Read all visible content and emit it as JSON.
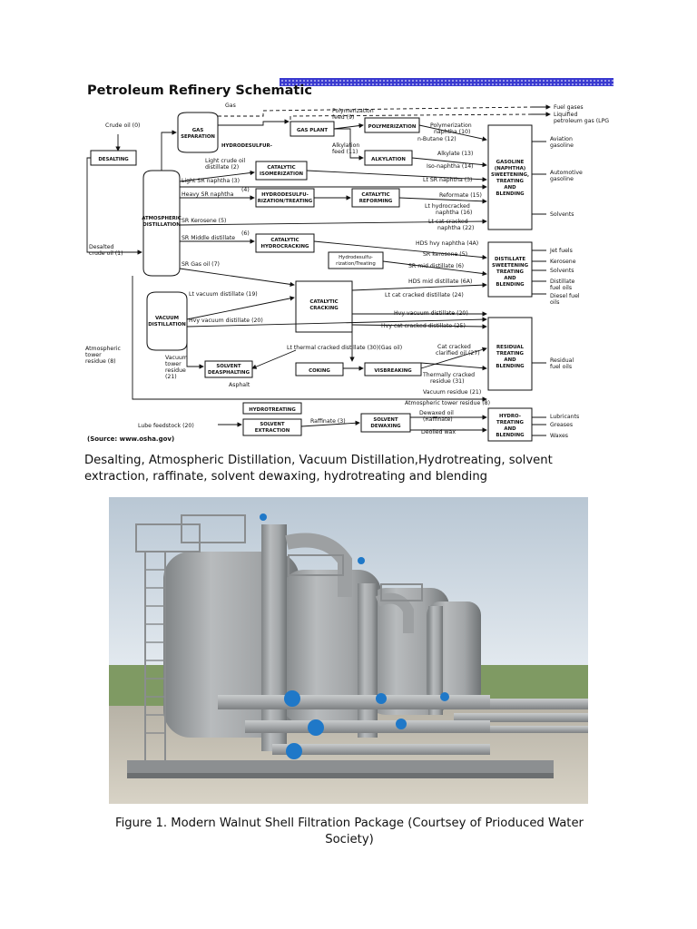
{
  "schematic": {
    "title": "Petroleum Refinery Schematic",
    "source": "(Source: www.osha.gov)",
    "units": {
      "desalting": "DESALTING",
      "atm_dist": [
        "ATMOSPHERIC",
        "DISTILLATION"
      ],
      "vac_dist": [
        "VACUUM",
        "DISTILLATION"
      ],
      "gas_sep": [
        "GAS",
        "SEPARATION"
      ],
      "gas_plant": "GAS PLANT",
      "polymerization": "POLYMERIZATION",
      "alkylation": "ALKYLATION",
      "cat_isom": [
        "CATALYTIC",
        "ISOMERIZATION"
      ],
      "hydrodesulf": [
        "HYDRODESULFU-",
        "RIZATION/TREATING"
      ],
      "cat_reforming": [
        "CATALYTIC",
        "REFORMING"
      ],
      "cat_hydrocracking": [
        "CATALYTIC",
        "HYDROCRACKING"
      ],
      "hydrodesulf2": [
        "Hydrodesulfu-",
        "rization/Treating"
      ],
      "cat_cracking": [
        "CATALYTIC",
        "CRACKING"
      ],
      "solvent_deasphalting": [
        "SOLVENT",
        "DEASPHALTING"
      ],
      "coking": "COKING",
      "visbreaking": "VISBREAKING",
      "hydrotreating": "HYDROTREATING",
      "solvent_extraction": [
        "SOLVENT",
        "EXTRACTION"
      ],
      "solvent_dewaxing": [
        "SOLVENT",
        "DEWAXING"
      ],
      "gasoline_blend": [
        "GASOLINE",
        "(NAPHTHA)",
        "SWEETENING,",
        "TREATING",
        "AND",
        "BLENDING"
      ],
      "distillate_blend": [
        "DISTILLATE",
        "SWEETENING",
        "TREATING",
        "AND",
        "BLENDING"
      ],
      "residual_blend": [
        "RESIDUAL",
        "TREATING",
        "AND",
        "BLENDING"
      ],
      "hydro_blend": [
        "HYDRO-",
        "TREATING",
        "AND",
        "BLENDING"
      ]
    },
    "streams": {
      "crude_oil": "Crude oil (0)",
      "gas": "Gas",
      "hydrodesulfur": "HYDRODESULFUR-",
      "desalted_crude": [
        "Desalted",
        "crude oil (1)"
      ],
      "light_crude_distillate": [
        "Light crude oil",
        "distillate (2)"
      ],
      "light_sr_naphtha": "Light SR naphtha (3)",
      "heavy_sr_naphtha": "Heavy SR naphtha",
      "heavy_sr_naphtha_num": "(4)",
      "sr_kerosene": "SR Kerosene (5)",
      "sr_middle_distillate": "SR Middle distillate",
      "sr_middle_distillate_num": "(6)",
      "sr_gas_oil": "SR Gas oil (7)",
      "lt_vacuum_distillate": "Lt vacuum distillate (19)",
      "hvy_vacuum_distillate": "Hvy vacuum distillate (20)",
      "atm_tower_resid": [
        "Atmospheric",
        "tower",
        "residue (8)"
      ],
      "vacuum_tower_resid": [
        "Vacuum",
        "tower",
        "residue",
        "(21)"
      ],
      "asphalt": "Asphalt",
      "lube_feedstock": "Lube feedstock (20)",
      "polymerization_feed": [
        "Polymerization",
        "feed (9)"
      ],
      "alkylation_feed": [
        "Alkylation",
        "feed (11)"
      ],
      "polymerization_naphtha": [
        "Polymerization",
        "naphtha (10)"
      ],
      "n_butane": "n-Butane (12)",
      "alkylate": "Alkylate (13)",
      "iso_naphtha": "Iso-naphtha (14)",
      "lt_sr_naphtha": "Lt SR naphtha (3)",
      "reformate": "Reformate (15)",
      "lt_hydrocracked_naphtha": [
        "Lt hydrocracked",
        "naphtha (16)"
      ],
      "lt_cat_cracked_naphtha": [
        "Lt cat cracked",
        "naphtha (22)"
      ],
      "hds_hvy_naphtha": "HDS hvy naphtha (4A)",
      "sr_kerosene_out": "SR kerosene (5)",
      "sr_mid_distillate_out": "SR mid distillate (6)",
      "hds_mid_distillate": "HDS mid distillate (6A)",
      "lt_cat_cracked_distillate": "Lt cat cracked distillate (24)",
      "hvy_vacuum_distillate_out": "Hvy vacuum distillate (20)",
      "hvy_cat_cracked_distillate": "Hvy cat cracked distillate (25)",
      "lt_thermal_cracked_distillate": "Lt thermal cracked distillate (30)(Gas oil)",
      "cat_cracked_clarified_oil": [
        "Cat cracked",
        "clarified oil (27)"
      ],
      "thermally_cracked_residue": [
        "Thermally cracked",
        "residue (31)"
      ],
      "vacuum_residue": "Vacuum residue (21)",
      "atm_tower_residue_out": "Atmospheric tower residue (8)",
      "raffinate": "Raffinate (3)",
      "dewaxed_oil": [
        "Dewaxed oil",
        "(Raffinate)"
      ],
      "deoiled_wax": "Deoiled wax"
    },
    "products": {
      "fuel_gases": "Fuel gases",
      "lpg": [
        "Liquified",
        "petroleum gas (LPG"
      ],
      "aviation_gasoline": [
        "Aviation",
        "gasoline"
      ],
      "automotive_gasoline": [
        "Automotive",
        "gasoline"
      ],
      "solvents_1": "Solvents",
      "jet_fuels": "Jet fuels",
      "kerosene": "Kerosene",
      "solvents_2": "Solvents",
      "distillate_fuel_oils": [
        "Distillate",
        "fuel oils"
      ],
      "diesel_fuel_oils": [
        "Diesel fuel",
        "oils"
      ],
      "residual_fuel_oils": [
        "Residual",
        "fuel oils"
      ],
      "lubricants": "Lubricants",
      "greases": "Greases",
      "waxes": "Waxes"
    }
  },
  "caption1": "Desalting, Atmospheric Distillation, Vacuum Distillation,Hydrotreating, solvent extraction, raffinate, solvent dewaxing, hydrotreating and blending",
  "caption2": "Figure 1. Modern Walnut Shell Filtration Package (Courtsey of Prioduced Water Society)",
  "colors": {
    "accent_bar": "#3a3ad0",
    "tank_gray": "#a8abad",
    "valve_blue": "#1f78c8",
    "sky": "#dfe7ee"
  }
}
